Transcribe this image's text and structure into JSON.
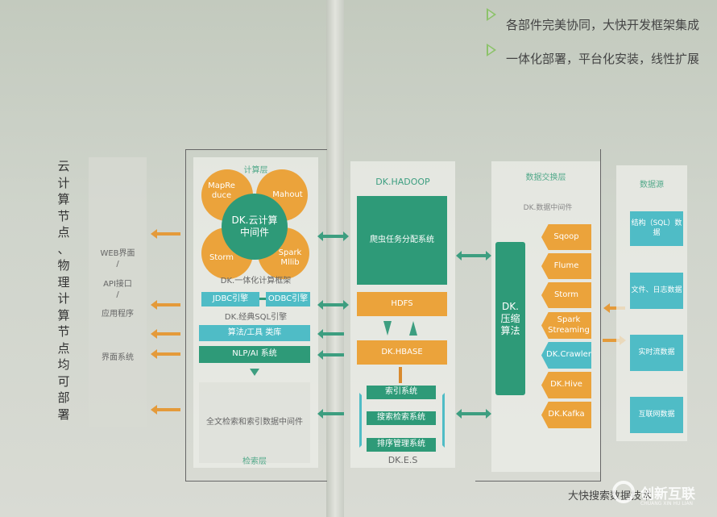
{
  "bullets": [
    "各部件完美协同，大快开发框架集成",
    "一体化部署，平台化安装，线性扩展"
  ],
  "left_vertical_text": [
    "云",
    "计",
    "算",
    "节",
    "点",
    "、",
    "物",
    "理",
    "计",
    "算",
    "节",
    "点",
    "均",
    "可",
    "部",
    "署"
  ],
  "app_layer": {
    "items": [
      "WEB界面",
      "/",
      "API接口",
      "/",
      "应用程序",
      "界面系统"
    ]
  },
  "compute_layer": {
    "title": "计算层",
    "center": "DK.云计算中间件",
    "petals": [
      "MapReduce",
      "Mahout",
      "Storm",
      "Spark Mllib"
    ],
    "framework_label": "DK.一体化计算框架",
    "jdbc": "JDBC引擎",
    "odbc": "ODBC引擎",
    "sql_label": "DK.经典SQL引擎",
    "algo": "算法/工具 类库",
    "nlp": "NLP/AI  系统"
  },
  "search_layer": {
    "text": "全文检索和索引数据中间件",
    "title": "检索层"
  },
  "hadoop": {
    "title": "DK.HADOOP",
    "crawler": "爬虫任务分配系统",
    "hdfs": "HDFS",
    "hbase": "DK.HBASE",
    "index": "索引系统",
    "search": "搜索检索系统",
    "sort": "排序管理系统",
    "es_label": "DK.E.S"
  },
  "exchange_layer": {
    "title": "数据交换层",
    "subtitle": "DK.数据中间件",
    "compress": "DK.压缩算法",
    "tags": [
      {
        "label": "Sqoop",
        "color": "orange"
      },
      {
        "label": "Flume",
        "color": "orange"
      },
      {
        "label": "Storm",
        "color": "orange"
      },
      {
        "label": "Spark Streaming",
        "color": "orange"
      },
      {
        "label": "DK.Crawler",
        "color": "blue"
      },
      {
        "label": "DK.Hive",
        "color": "orange"
      },
      {
        "label": "DK.Kafka",
        "color": "orange"
      }
    ]
  },
  "data_source": {
    "title": "数据源",
    "items": [
      "结构（SQL）数据",
      "文件、日志数据",
      "实时流数据",
      "互联网数据"
    ]
  },
  "footer": {
    "caption": "大快搜索数据技术",
    "watermark": "创新互联",
    "watermark_sub": "CHUANG XIN HU LIAN"
  },
  "colors": {
    "green": "#2e9a78",
    "orange": "#eba33b",
    "blue": "#4fbcc6"
  }
}
